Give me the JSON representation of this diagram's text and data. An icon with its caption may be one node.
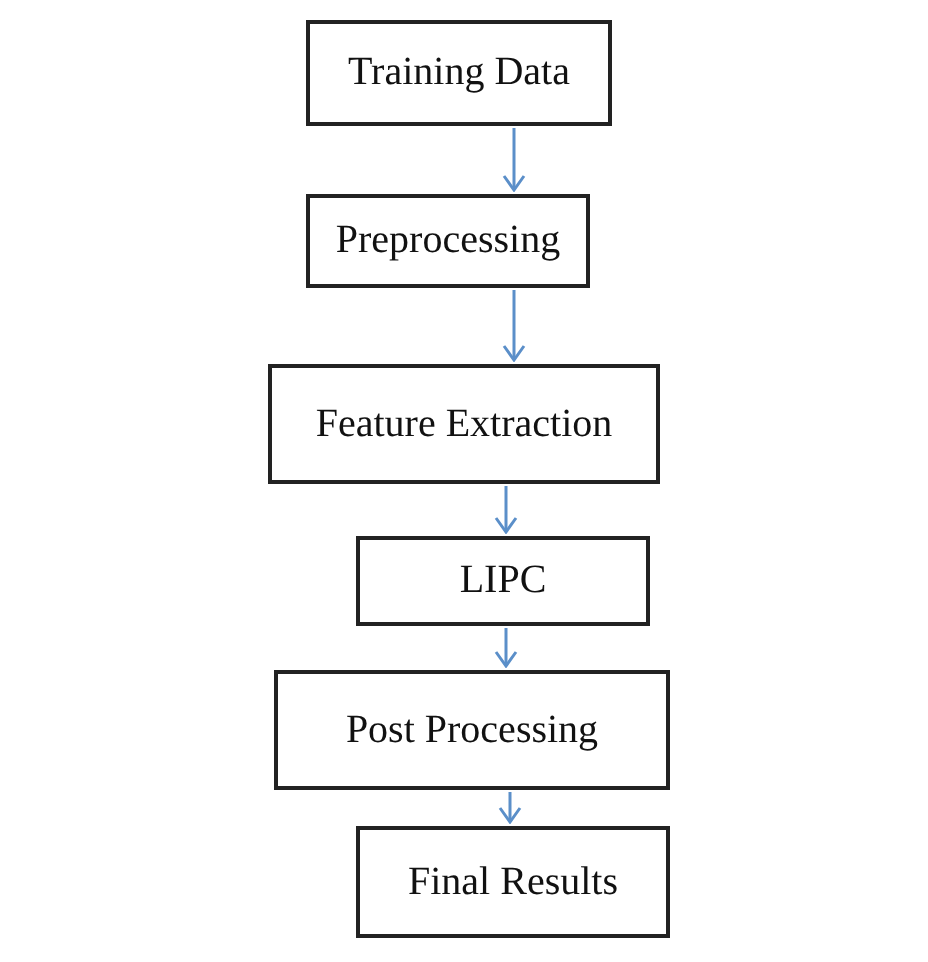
{
  "diagram": {
    "nodes": [
      {
        "text": [
          "Training Data"
        ]
      },
      {
        "text": [
          "Preprocessing"
        ]
      },
      {
        "text": [
          "Feature Extraction"
        ]
      },
      {
        "text": [
          "LIPC"
        ]
      },
      {
        "text": [
          "Post Processing"
        ]
      },
      {
        "text": [
          "Final Results"
        ]
      }
    ],
    "edges": [
      {
        "from": 0,
        "to": 1,
        "arrow": "to"
      },
      {
        "from": 1,
        "to": 2,
        "arrow": "to"
      },
      {
        "from": 2,
        "to": 3,
        "arrow": "to"
      },
      {
        "from": 3,
        "to": 4,
        "arrow": "to"
      },
      {
        "from": 4,
        "to": 5,
        "arrow": "to"
      }
    ]
  }
}
